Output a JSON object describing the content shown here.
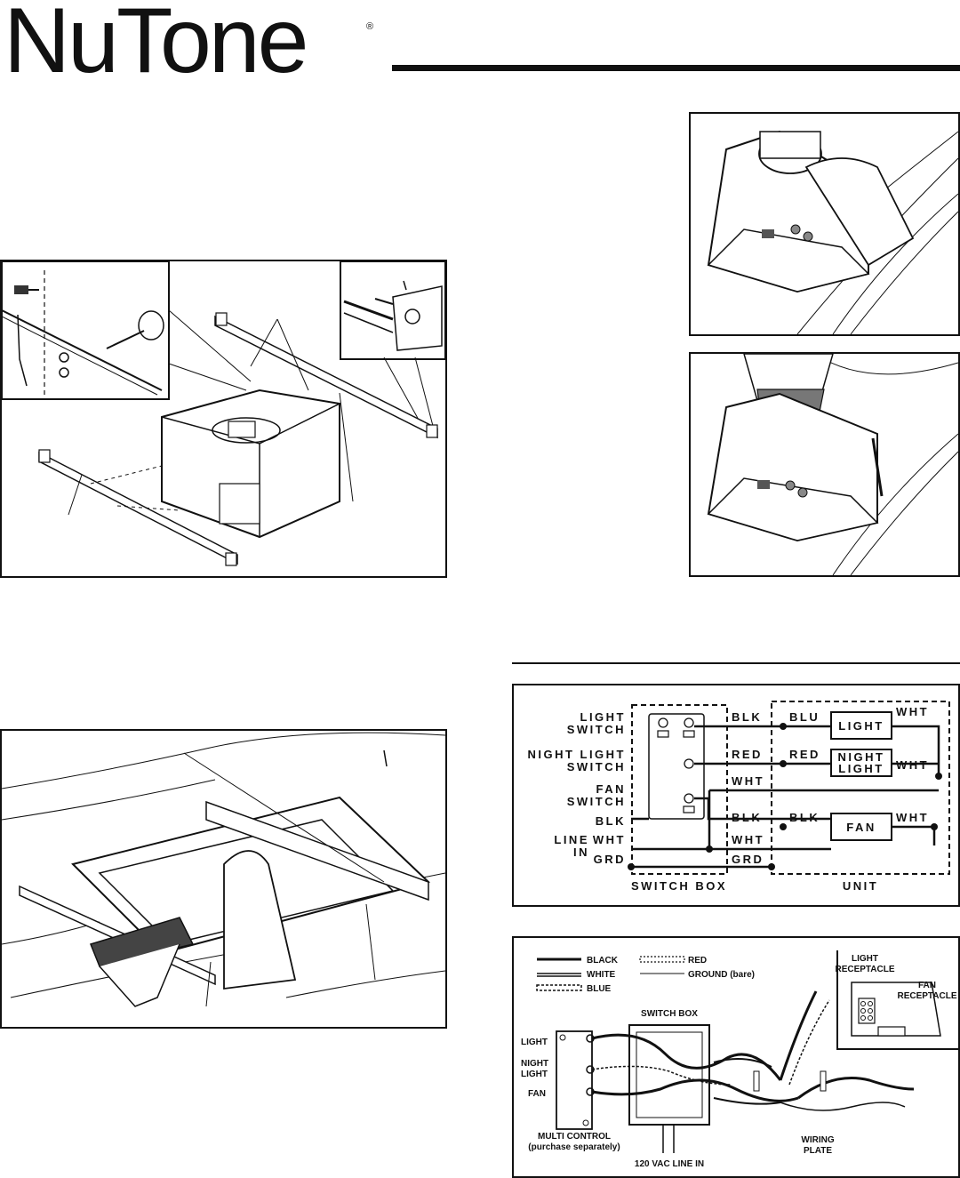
{
  "brand": {
    "name": "NuTone",
    "registered": "®"
  },
  "wiring_diagram": {
    "left_labels": [
      "LIGHT",
      "SWITCH",
      "NIGHT LIGHT",
      "SWITCH",
      "FAN",
      "SWITCH",
      "BLK",
      "LINE",
      "IN",
      "WHT",
      "GRD"
    ],
    "wire_labels": [
      "BLK",
      "BLU",
      "WHT",
      "RED",
      "RED",
      "WHT",
      "WHT",
      "BLK",
      "BLK",
      "WHT",
      "WHT",
      "GRD"
    ],
    "components": [
      "LIGHT",
      "NIGHT",
      "LIGHT",
      "FAN"
    ],
    "box_labels": [
      "SWITCH BOX",
      "UNIT"
    ]
  },
  "pictorial_diagram": {
    "legend": {
      "black": "BLACK",
      "white": "WHITE",
      "blue": "BLUE",
      "red": "RED",
      "ground": "GROUND (bare)"
    },
    "switch_box": "SWITCH BOX",
    "control_labels": [
      "LIGHT",
      "NIGHT",
      "LIGHT",
      "FAN"
    ],
    "multi_control": [
      "MULTI CONTROL",
      "(purchase separately)"
    ],
    "line_in": "120 VAC LINE IN",
    "light_receptacle": [
      "LIGHT",
      "RECEPTACLE"
    ],
    "fan_receptacle": [
      "FAN",
      "RECEPTACLE"
    ],
    "wiring_plate": [
      "WIRING",
      "PLATE"
    ]
  }
}
